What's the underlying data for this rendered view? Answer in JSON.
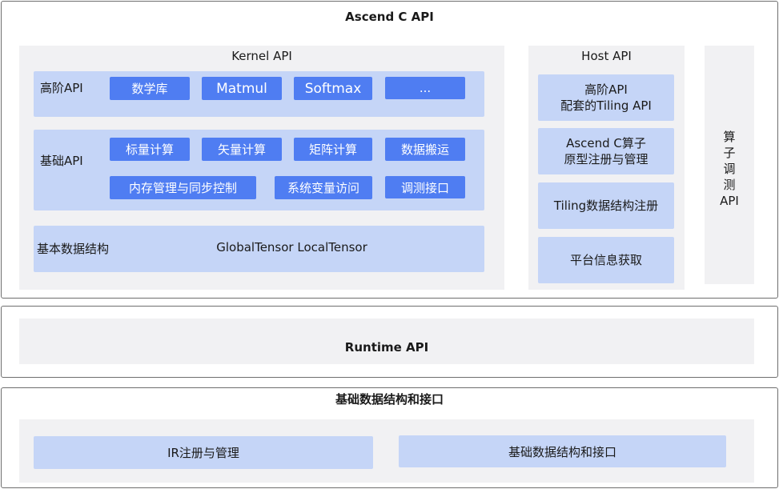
{
  "ascend_c_api": {
    "title": "Ascend C API",
    "kernel_api": {
      "title": "Kernel API",
      "advanced": {
        "label": "高阶API",
        "items": [
          "数学库",
          "Matmul",
          "Softmax",
          "..."
        ]
      },
      "basic": {
        "label": "基础API",
        "row1": [
          "标量计算",
          "矢量计算",
          "矩阵计算",
          "数据搬运"
        ],
        "row2": [
          "内存管理与同步控制",
          "系统变量访问",
          "调测接口"
        ]
      },
      "data_structure": {
        "label": "基本数据结构",
        "content": "GlobalTensor LocalTensor"
      }
    },
    "host_api": {
      "title": "Host API",
      "items": [
        {
          "line1": "高阶API",
          "line2": "配套的Tiling API"
        },
        {
          "line1": "Ascend C算子",
          "line2": "原型注册与管理"
        },
        {
          "line1": "Tiling数据结构注册",
          "line2": ""
        },
        {
          "line1": "平台信息获取",
          "line2": ""
        }
      ]
    },
    "debug_api": {
      "chars": [
        "算",
        "子",
        "调",
        "测",
        "API"
      ]
    }
  },
  "runtime": {
    "title": "Runtime API"
  },
  "basic_interfaces": {
    "title": "基础数据结构和接口",
    "items": [
      "IR注册与管理",
      "基础数据结构和接口"
    ]
  }
}
